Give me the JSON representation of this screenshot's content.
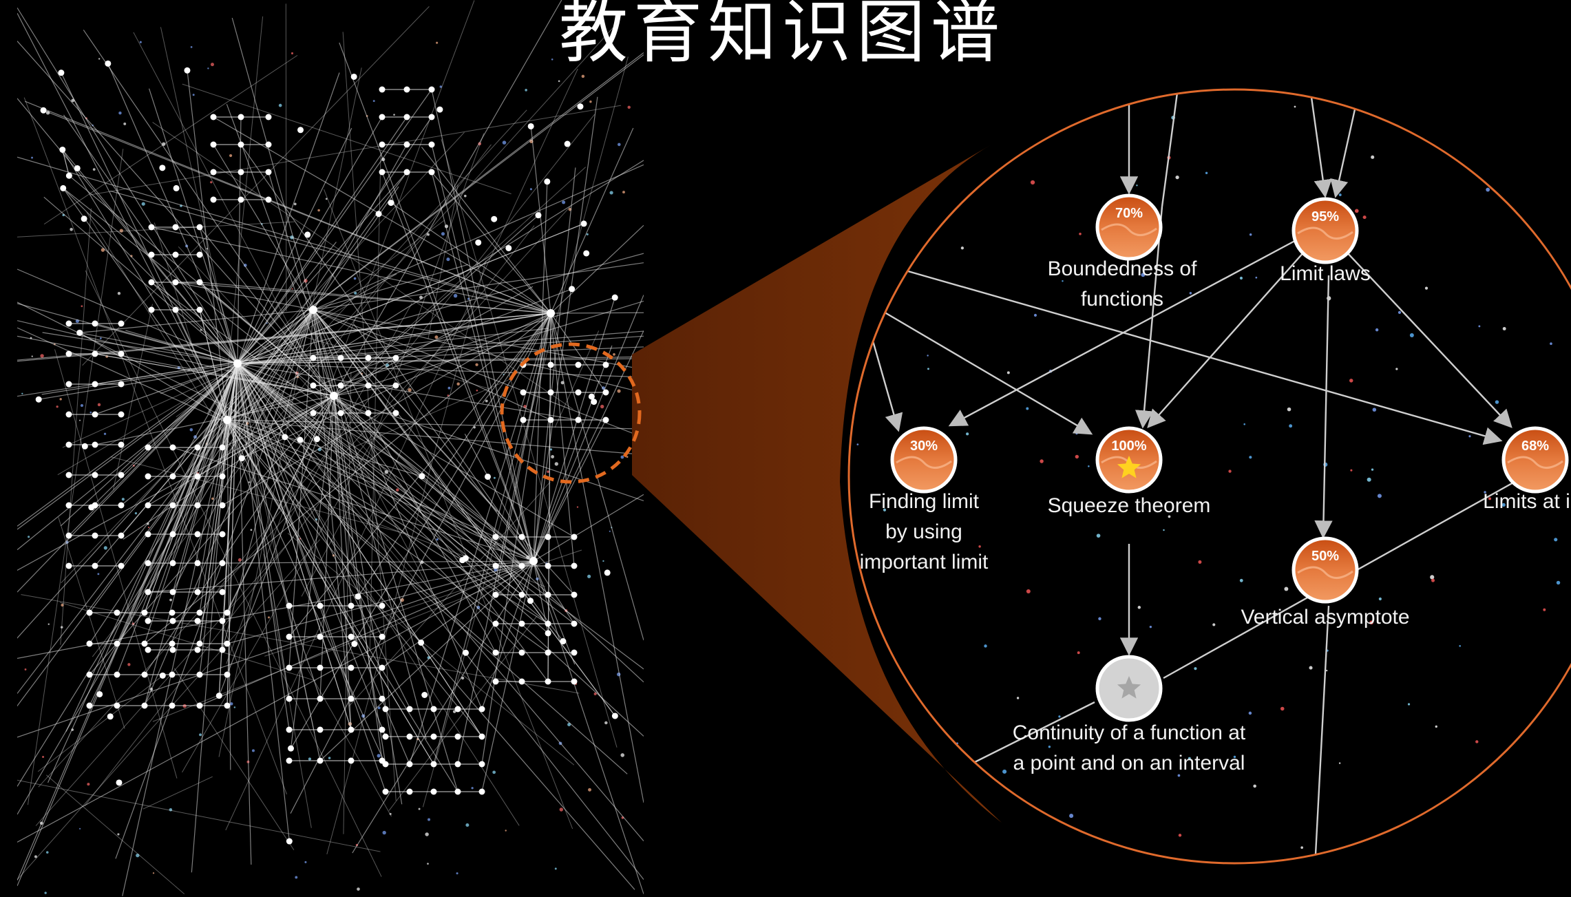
{
  "title": "教育知识图谱",
  "colors": {
    "background": "#000000",
    "accent_orange": "#e06a2c",
    "callout_brown": "#6b2a06",
    "edge": "#cfcfcf",
    "node_fill": "#e87a43",
    "node_ring": "#ffffff",
    "locked_node": "#c8c8c8"
  },
  "zoom_nodes": [
    {
      "id": "boundedness",
      "percent": "70%",
      "label_lines": [
        "Boundedness of",
        "functions"
      ],
      "state": "progress"
    },
    {
      "id": "limit_laws",
      "percent": "95%",
      "label_lines": [
        "Limit laws"
      ],
      "state": "progress"
    },
    {
      "id": "finding_limit",
      "percent": "30%",
      "label_lines": [
        "Finding limit",
        "by using",
        "important limit"
      ],
      "state": "progress"
    },
    {
      "id": "squeeze",
      "percent": "100%",
      "label_lines": [
        "Squeeze theorem"
      ],
      "state": "mastered",
      "icon": "star-icon"
    },
    {
      "id": "limits_inf",
      "percent": "68%",
      "label_lines": [
        "Limits at inf"
      ],
      "state": "progress"
    },
    {
      "id": "vertical_asym",
      "percent": "50%",
      "label_lines": [
        "Vertical asymptote"
      ],
      "state": "progress"
    },
    {
      "id": "continuity",
      "percent": "",
      "label_lines": [
        "Continuity of a function at",
        "a point and on an interval"
      ],
      "state": "locked",
      "icon": "star-icon"
    }
  ]
}
